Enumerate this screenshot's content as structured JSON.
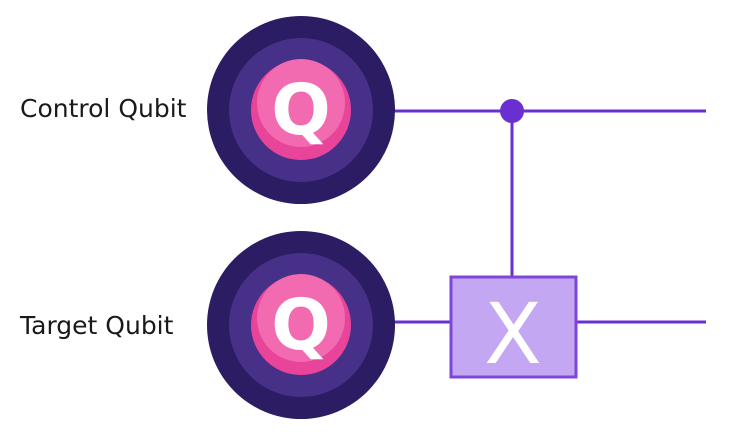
{
  "qubits": [
    {
      "label": "Control Qubit",
      "symbol": "Q"
    },
    {
      "label": "Target Qubit",
      "symbol": "Q"
    }
  ],
  "gate": {
    "symbol": "X"
  },
  "colors": {
    "wire": "#6a2fd1",
    "control_dot": "#6a2fd1",
    "qubit_outer": "#2b1c63",
    "qubit_ring": "#473088",
    "qubit_core": "#e8459a",
    "qubit_core_highlight": "#f26ab0",
    "qubit_symbol": "#ffffff",
    "gate_fill": "#c4a7f2",
    "gate_border": "#7e45d8",
    "gate_symbol": "#ffffff",
    "label_text": "#1a1a1a"
  }
}
